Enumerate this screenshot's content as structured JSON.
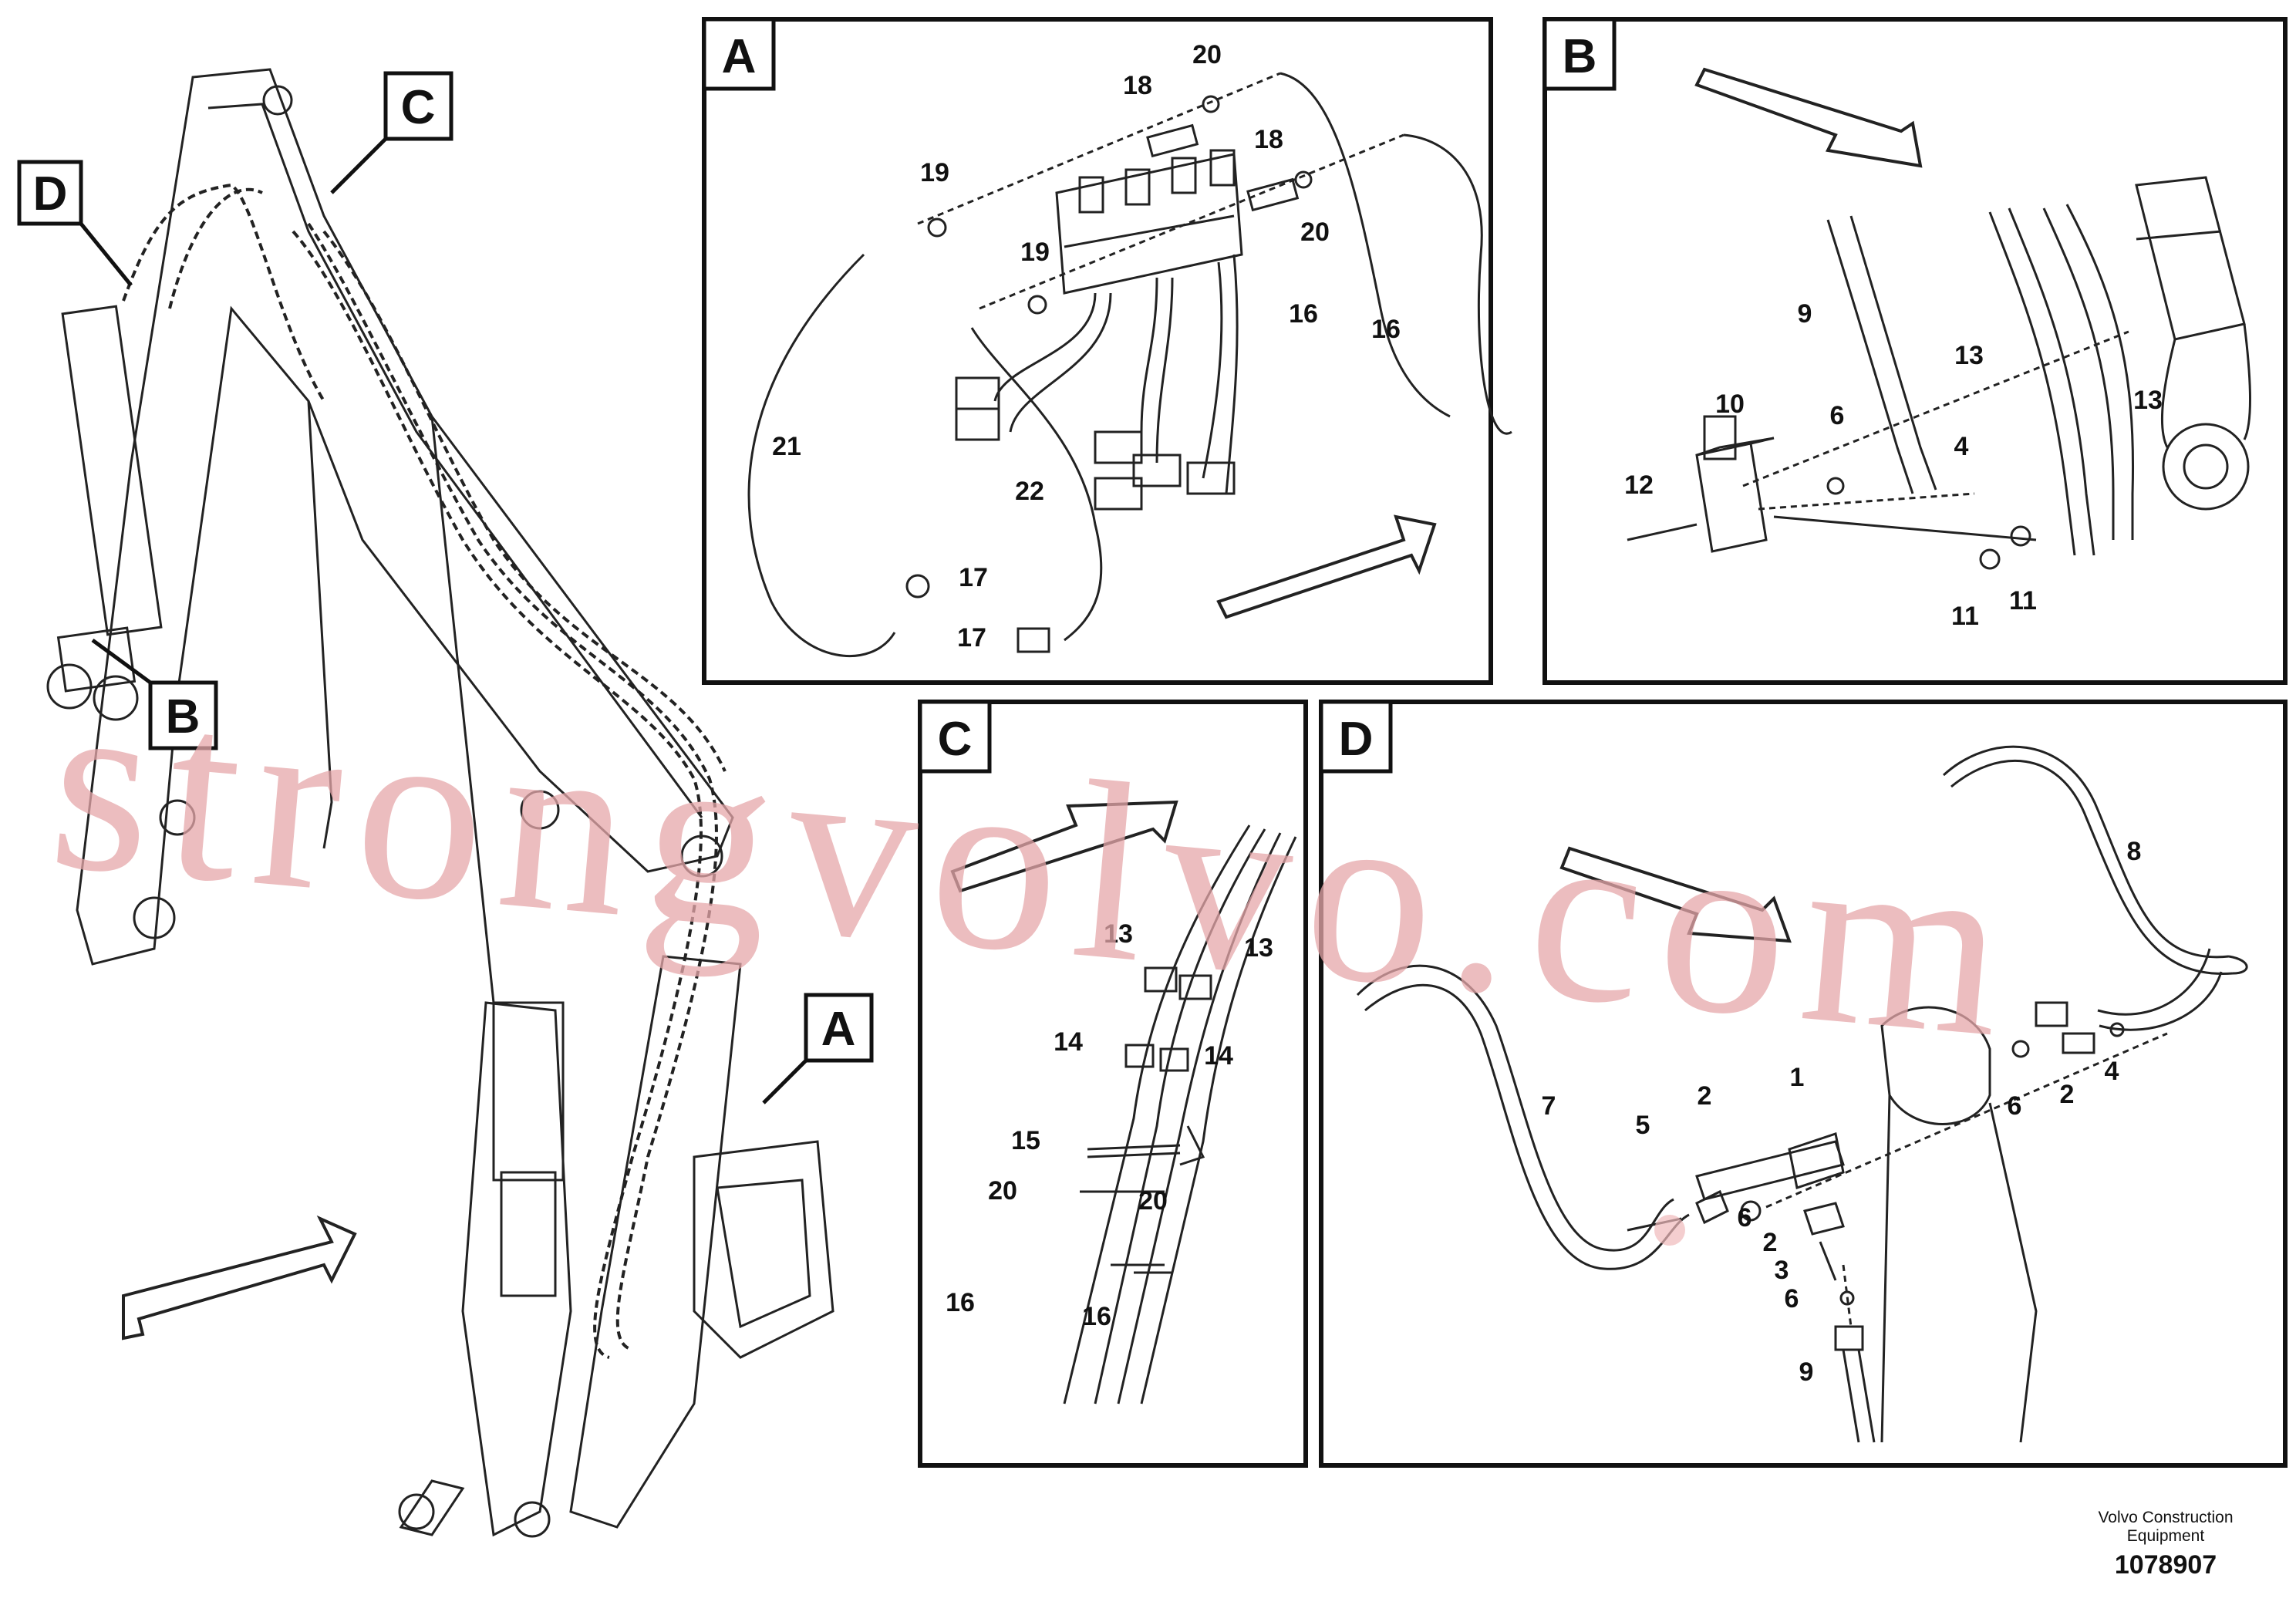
{
  "watermark": "strongvolvo.com",
  "callouts": {
    "a": "A",
    "b": "B",
    "c": "C",
    "d": "D"
  },
  "panels": {
    "a": {
      "letter": "A",
      "labels": [
        {
          "id": "a-20",
          "text": "20"
        },
        {
          "id": "a-18-1",
          "text": "18"
        },
        {
          "id": "a-18-2",
          "text": "18"
        },
        {
          "id": "a-19-1",
          "text": "19"
        },
        {
          "id": "a-19-2",
          "text": "19"
        },
        {
          "id": "a-20-2",
          "text": "20"
        },
        {
          "id": "a-16-1",
          "text": "16"
        },
        {
          "id": "a-16-2",
          "text": "16"
        },
        {
          "id": "a-21",
          "text": "21"
        },
        {
          "id": "a-22",
          "text": "22"
        },
        {
          "id": "a-17-1",
          "text": "17"
        },
        {
          "id": "a-17-2",
          "text": "17"
        }
      ]
    },
    "b": {
      "letter": "B",
      "labels": [
        {
          "id": "b-9",
          "text": "9"
        },
        {
          "id": "b-13-1",
          "text": "13"
        },
        {
          "id": "b-13-2",
          "text": "13"
        },
        {
          "id": "b-10",
          "text": "10"
        },
        {
          "id": "b-6",
          "text": "6"
        },
        {
          "id": "b-4",
          "text": "4"
        },
        {
          "id": "b-12",
          "text": "12"
        },
        {
          "id": "b-11-1",
          "text": "11"
        },
        {
          "id": "b-11-2",
          "text": "11"
        }
      ]
    },
    "c": {
      "letter": "C",
      "labels": [
        {
          "id": "c-13-1",
          "text": "13"
        },
        {
          "id": "c-13-2",
          "text": "13"
        },
        {
          "id": "c-14-1",
          "text": "14"
        },
        {
          "id": "c-14-2",
          "text": "14"
        },
        {
          "id": "c-15",
          "text": "15"
        },
        {
          "id": "c-20-1",
          "text": "20"
        },
        {
          "id": "c-20-2",
          "text": "20"
        },
        {
          "id": "c-16-1",
          "text": "16"
        },
        {
          "id": "c-16-2",
          "text": "16"
        }
      ]
    },
    "d": {
      "letter": "D",
      "labels": [
        {
          "id": "d-8",
          "text": "8"
        },
        {
          "id": "d-7",
          "text": "7"
        },
        {
          "id": "d-1",
          "text": "1"
        },
        {
          "id": "d-2-1",
          "text": "2"
        },
        {
          "id": "d-5",
          "text": "5"
        },
        {
          "id": "d-6-1",
          "text": "6"
        },
        {
          "id": "d-2-2",
          "text": "2"
        },
        {
          "id": "d-3",
          "text": "3"
        },
        {
          "id": "d-6-2",
          "text": "6"
        },
        {
          "id": "d-9",
          "text": "9"
        },
        {
          "id": "d-6-3",
          "text": "6"
        },
        {
          "id": "d-2-3",
          "text": "2"
        },
        {
          "id": "d-4",
          "text": "4"
        }
      ]
    }
  },
  "footer": {
    "maker_line1": "Volvo Construction",
    "maker_line2": "Equipment",
    "part_number": "1078907"
  }
}
